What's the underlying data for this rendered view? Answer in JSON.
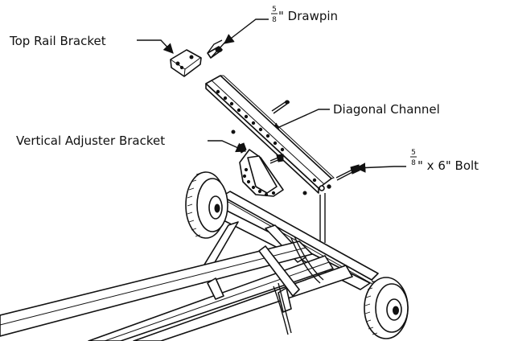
{
  "labels": {
    "top_rail_bracket": "Top Rail Bracket",
    "drawpin": {
      "numerator": "5",
      "denominator": "8",
      "text": "\" Drawpin"
    },
    "diagonal_channel": "Diagonal Channel",
    "vertical_adjuster_bracket": "Vertical Adjuster Bracket",
    "bolt": {
      "numerator": "5",
      "denominator": "8",
      "text": "\" x 6\" Bolt"
    }
  }
}
